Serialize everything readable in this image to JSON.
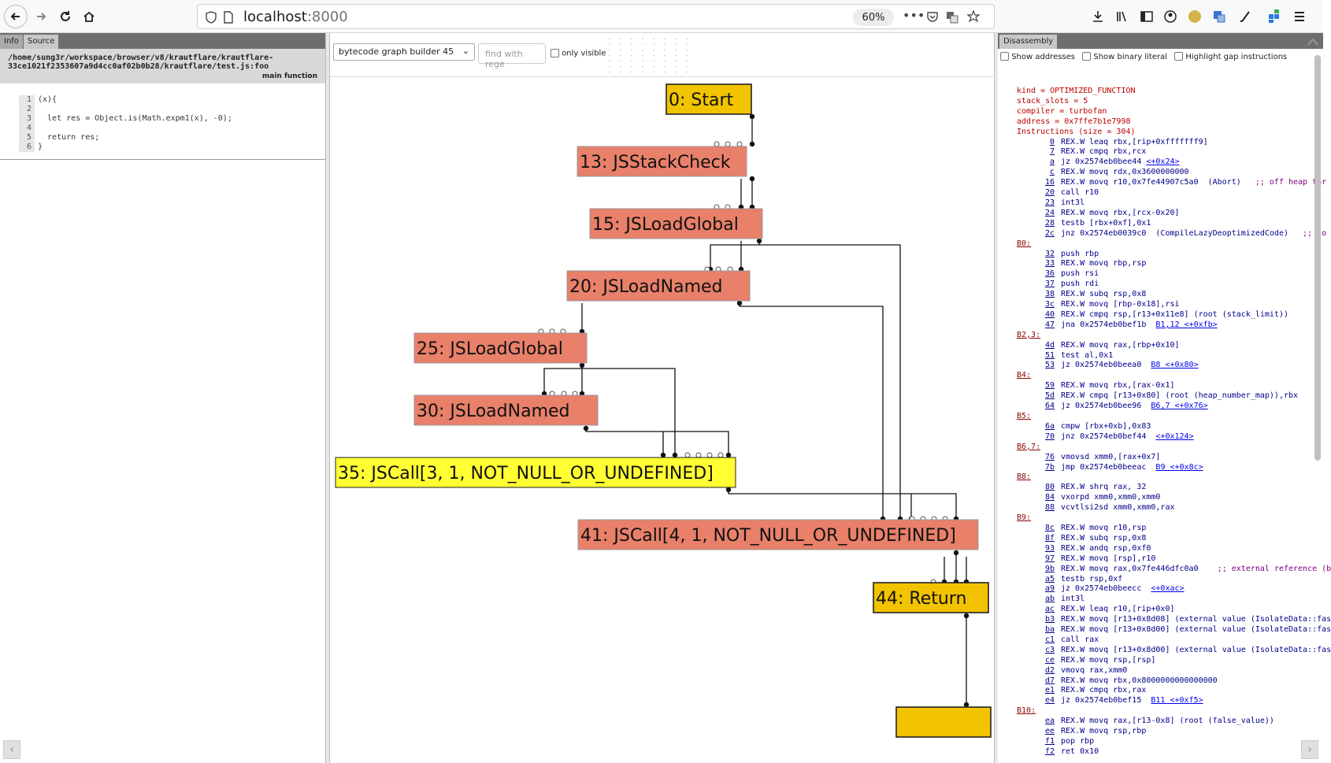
{
  "browser": {
    "url_host": "localhost",
    "url_port": ":8000",
    "zoom": "60%"
  },
  "left": {
    "tabs": [
      "Info",
      "Source"
    ],
    "file_path_line1": "/home/sung3r/workspace/browser/v8/krautflare/krautflare-",
    "file_path_line2": "33ce1021f2353607a9d4cc0af02b0b28/krautflare/test.js:foo",
    "function_label": "main function",
    "source_lines": [
      {
        "n": "1",
        "text": "(x){"
      },
      {
        "n": "2",
        "text": ""
      },
      {
        "n": "3",
        "text": "  let res = Object.is(Math.expm1(x), -0);"
      },
      {
        "n": "4",
        "text": ""
      },
      {
        "n": "5",
        "text": "  return res;"
      },
      {
        "n": "6",
        "text": "}"
      }
    ]
  },
  "graph": {
    "phase_select": "bytecode graph builder 45",
    "find_placeholder": "find with rege",
    "only_visible_label": "only visible",
    "colors": {
      "control": "#f2c400",
      "js_node": "#e8806a",
      "call_highlight": "#ffff33"
    },
    "nodes": [
      {
        "id": "0",
        "label": "0: Start",
        "kind": "control"
      },
      {
        "id": "13",
        "label": "13: JSStackCheck",
        "kind": "js"
      },
      {
        "id": "15",
        "label": "15: JSLoadGlobal",
        "kind": "js"
      },
      {
        "id": "20",
        "label": "20: JSLoadNamed",
        "kind": "js"
      },
      {
        "id": "25",
        "label": "25: JSLoadGlobal",
        "kind": "js"
      },
      {
        "id": "30",
        "label": "30: JSLoadNamed",
        "kind": "js"
      },
      {
        "id": "35",
        "label": "35: JSCall[3, 1, NOT_NULL_OR_UNDEFINED]",
        "kind": "call"
      },
      {
        "id": "41",
        "label": "41: JSCall[4, 1, NOT_NULL_OR_UNDEFINED]",
        "kind": "js"
      },
      {
        "id": "44",
        "label": "44: Return",
        "kind": "control"
      },
      {
        "id": "45",
        "label": "",
        "kind": "control"
      }
    ]
  },
  "disassembly": {
    "tab": "Disassembly",
    "options": [
      "Show addresses",
      "Show binary literal",
      "Highlight gap instructions"
    ],
    "header": [
      "kind = OPTIMIZED_FUNCTION",
      "stack_slots = 5",
      "compiler = turbofan",
      "address = 0x7ffe7b1e7998",
      "Instructions (size = 304)"
    ],
    "rows": [
      {
        "off": "0",
        "ins": "REX.W leaq rbx,[rip+0xfffffff9]"
      },
      {
        "off": "7",
        "ins": "REX.W cmpq rbx,rcx"
      },
      {
        "off": "a",
        "ins": "jz 0x2574eb0bee44 ",
        "link": "<+0x24>"
      },
      {
        "off": "c",
        "ins": "REX.W movq rdx,0x3600000000"
      },
      {
        "off": "16",
        "ins": "REX.W movq r10,0x7fe44907c5a0  (Abort)",
        "cmt": "   ;; off heap tar"
      },
      {
        "off": "20",
        "ins": "call r10"
      },
      {
        "off": "23",
        "ins": "int3l"
      },
      {
        "off": "24",
        "ins": "REX.W movq rbx,[rcx-0x20]"
      },
      {
        "off": "28",
        "ins": "testb [rbx+0xf],0x1"
      },
      {
        "off": "2c",
        "ins": "jnz 0x2574eb0039c0  (CompileLazyDeoptimizedCode)",
        "cmt": "   ;; co"
      },
      {
        "label": "B0:"
      },
      {
        "off": "32",
        "ins": "push rbp"
      },
      {
        "off": "33",
        "ins": "REX.W movq rbp,rsp"
      },
      {
        "off": "36",
        "ins": "push rsi"
      },
      {
        "off": "37",
        "ins": "push rdi"
      },
      {
        "off": "38",
        "ins": "REX.W subq rsp,0x8"
      },
      {
        "off": "3c",
        "ins": "REX.W movq [rbp-0x18],rsi"
      },
      {
        "off": "40",
        "ins": "REX.W cmpq rsp,[r13+0x11e8] (root (stack_limit))"
      },
      {
        "off": "47",
        "ins": "jna 0x2574eb0bef1b  ",
        "link": "B1,12 <+0xfb>"
      },
      {
        "label": "B2,3:"
      },
      {
        "off": "4d",
        "ins": "REX.W movq rax,[rbp+0x10]"
      },
      {
        "off": "51",
        "ins": "test al,0x1"
      },
      {
        "off": "53",
        "ins": "jz 0x2574eb0beea0  ",
        "link": "B8 <+0x80>"
      },
      {
        "label": "B4:"
      },
      {
        "off": "59",
        "ins": "REX.W movq rbx,[rax-0x1]"
      },
      {
        "off": "5d",
        "ins": "REX.W cmpq [r13+0x80] (root (heap_number_map)),rbx"
      },
      {
        "off": "64",
        "ins": "jz 0x2574eb0bee96  ",
        "link": "B6,7 <+0x76>"
      },
      {
        "label": "B5:"
      },
      {
        "off": "6a",
        "ins": "cmpw [rbx+0xb],0x83"
      },
      {
        "off": "70",
        "ins": "jnz 0x2574eb0bef44  ",
        "link": "<+0x124>"
      },
      {
        "label": "B6,7:"
      },
      {
        "off": "76",
        "ins": "vmovsd xmm0,[rax+0x7]"
      },
      {
        "off": "7b",
        "ins": "jmp 0x2574eb0beeac  ",
        "link": "B9 <+0x8c>"
      },
      {
        "label": "B8:"
      },
      {
        "off": "80",
        "ins": "REX.W shrq rax, 32"
      },
      {
        "off": "84",
        "ins": "vxorpd xmm0,xmm0,xmm0"
      },
      {
        "off": "88",
        "ins": "vcvtlsi2sd xmm0,xmm0,rax"
      },
      {
        "label": "B9:"
      },
      {
        "off": "8c",
        "ins": "REX.W movq r10,rsp"
      },
      {
        "off": "8f",
        "ins": "REX.W subq rsp,0x8"
      },
      {
        "off": "93",
        "ins": "REX.W andq rsp,0xf0"
      },
      {
        "off": "97",
        "ins": "REX.W movq [rsp],r10"
      },
      {
        "off": "9b",
        "ins": "REX.W movq rax,0x7fe446dfc0a0",
        "cmt": "    ;; external reference (b"
      },
      {
        "off": "a5",
        "ins": "testb rsp,0xf"
      },
      {
        "off": "a9",
        "ins": "jz 0x2574eb0beecc  ",
        "link": "<+0xac>"
      },
      {
        "off": "ab",
        "ins": "int3l"
      },
      {
        "off": "ac",
        "ins": "REX.W leaq r10,[rip+0x0]"
      },
      {
        "off": "b3",
        "ins": "REX.W movq [r13+0x8d08] (external value (IsolateData::fas"
      },
      {
        "off": "ba",
        "ins": "REX.W movq [r13+0x8d00] (external value (IsolateData::fas"
      },
      {
        "off": "c1",
        "ins": "call rax"
      },
      {
        "off": "c3",
        "ins": "REX.W movq [r13+0x8d00] (external value (IsolateData::fas"
      },
      {
        "off": "ce",
        "ins": "REX.W movq rsp,[rsp]"
      },
      {
        "off": "d2",
        "ins": "vmovq rax,xmm0"
      },
      {
        "off": "d7",
        "ins": "REX.W movq rbx,0x8000000000000000"
      },
      {
        "off": "e1",
        "ins": "REX.W cmpq rbx,rax"
      },
      {
        "off": "e4",
        "ins": "jz 0x2574eb0bef15  ",
        "link": "B11 <+0xf5>"
      },
      {
        "label": "B10:"
      },
      {
        "off": "ea",
        "ins": "REX.W movq rax,[r13-0x8] (root (false_value))"
      },
      {
        "off": "ee",
        "ins": "REX.W movq rsp,rbp"
      },
      {
        "off": "f1",
        "ins": "pop rbp"
      },
      {
        "off": "f2",
        "ins": "ret 0x10"
      }
    ]
  }
}
